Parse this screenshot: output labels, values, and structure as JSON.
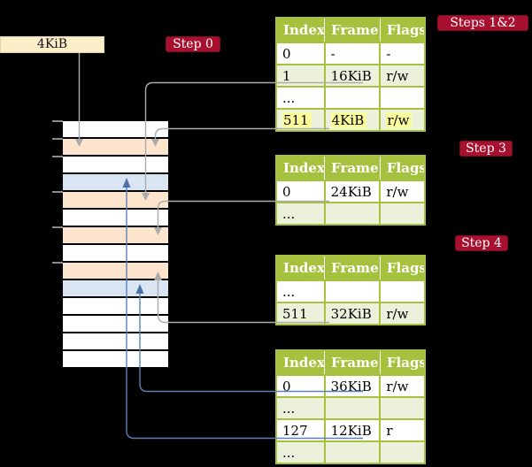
{
  "pointer_box": {
    "label": "4KiB"
  },
  "step_labels": {
    "step0": "Step 0",
    "steps12": "Steps 1&2",
    "step3": "Step 3",
    "step4": "Step 4"
  },
  "tables": [
    {
      "name": "root-page-table-steps-1-2",
      "headers": [
        "Index",
        "Frame",
        "Flags"
      ],
      "rows": [
        {
          "cells": [
            "0",
            "-",
            "-"
          ]
        },
        {
          "cells": [
            "1",
            "16KiB",
            "r/w"
          ]
        },
        {
          "cells": [
            "...",
            "",
            ""
          ]
        },
        {
          "cells": [
            "511",
            "4KiB",
            "r/w"
          ],
          "highlighted": true
        }
      ]
    },
    {
      "name": "page-table-step-3",
      "headers": [
        "Index",
        "Frame",
        "Flags"
      ],
      "rows": [
        {
          "cells": [
            "0",
            "24KiB",
            "r/w"
          ]
        },
        {
          "cells": [
            "...",
            "",
            ""
          ]
        }
      ]
    },
    {
      "name": "page-table-step-4",
      "headers": [
        "Index",
        "Frame",
        "Flags"
      ],
      "rows": [
        {
          "cells": [
            "...",
            "",
            ""
          ]
        },
        {
          "cells": [
            "511",
            "32KiB",
            "r/w"
          ]
        }
      ]
    },
    {
      "name": "leaf-page-table",
      "headers": [
        "Index",
        "Frame",
        "Flags"
      ],
      "rows": [
        {
          "cells": [
            "0",
            "36KiB",
            "r/w"
          ]
        },
        {
          "cells": [
            "...",
            "",
            ""
          ]
        },
        {
          "cells": [
            "127",
            "12KiB",
            "r"
          ]
        },
        {
          "cells": [
            "...",
            "",
            ""
          ]
        }
      ]
    }
  ],
  "memory": {
    "rows": [
      {
        "color": "white"
      },
      {
        "color": "peach"
      },
      {
        "color": "white"
      },
      {
        "color": "blue"
      },
      {
        "color": "peach"
      },
      {
        "color": "white"
      },
      {
        "color": "peach"
      },
      {
        "color": "white"
      },
      {
        "color": "peach"
      },
      {
        "color": "blue"
      },
      {
        "color": "white"
      },
      {
        "color": "white"
      },
      {
        "color": "white"
      },
      {
        "color": "white"
      }
    ],
    "ticks_y": [
      136,
      156,
      176,
      216,
      256,
      296
    ]
  },
  "colors": {
    "background": "#000000",
    "table_header_green": "#A5C13E",
    "table_row_green": "#ECF1DB",
    "highlight_yellow": "#FEFD9C",
    "memory_peach": "#FCE5CC",
    "memory_blue": "#D9E5F3",
    "label_red": "#A8102F",
    "pointer_box_cream": "#FAEFC9",
    "gray_connector": "#ABABAB",
    "blue_connector": "#5E80B8"
  }
}
